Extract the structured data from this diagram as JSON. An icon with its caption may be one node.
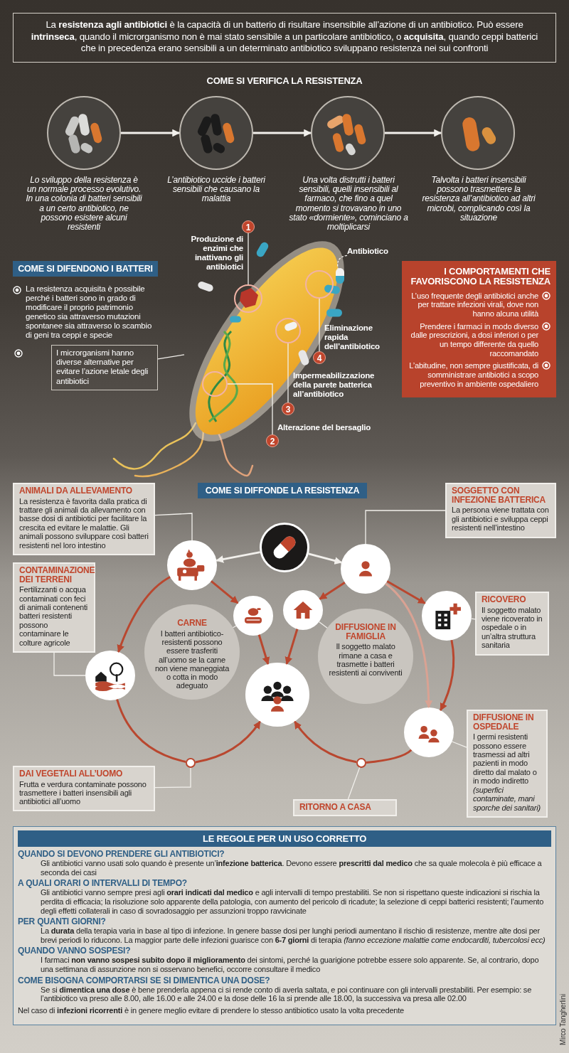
{
  "diagram": {
    "nodes": [
      {
        "text": [
          "La **resistenza agli antibiotici** è la capacità di un batterio di risultare insensibile all’azione di un antibiotico. Può essere **intrinseca**, quando il microrganismo non è mai stato sensibile a un particolare antibiotico, o **acquisita**, quando ceppi batterici che in precedenza erano sensibili a un determinato antibiotico sviluppano resistenza nei sui confronti"
        ]
      },
      {
        "text": [],
        "shape": "picture",
        "beside": [
          "Lo sviluppo della resistenza è un normale processo evolutivo. In una colonia di batteri sensibili a un certo antibiotico, ne possono esistere alcuni resistenti"
        ]
      },
      {
        "text": [],
        "shape": "picture",
        "beside": [
          "L’antibiotico uccide i batteri sensibili che causano la malattia"
        ]
      },
      {
        "text": [],
        "shape": "picture",
        "beside": [
          "Una volta distrutti i batteri sensibili, quelli insensibili al farmaco, che fino a quel momento si trovavano in uno stato «dormiente», cominciano a moltiplicarsi"
        ]
      },
      {
        "text": [],
        "shape": "picture",
        "beside": [
          "Talvolta i batteri insensibili possono trasmettere la resistenza all’antibiotico ad altri microbi, complicando così la situazione"
        ]
      },
      {
        "text": [],
        "shape": "picture"
      },
      {
        "text": [],
        "shape": "circle",
        "in": 5
      },
      {
        "text": [],
        "shape": "circle",
        "in": 5
      },
      {
        "text": [],
        "shape": "circle",
        "in": 5
      },
      {
        "text": [],
        "shape": "circle",
        "in": 5
      },
      {
        "text": [
          "1"
        ],
        "beside": [
          "Produzione di enzimi che inattivano gli antibiotici"
        ]
      },
      {
        "text": [
          "2"
        ],
        "beside": [
          "Alterazione del bersaglio"
        ]
      },
      {
        "text": [
          "3"
        ],
        "beside": [
          "Impermeabilizzazione della parete batterica all’antibiotico"
        ]
      },
      {
        "text": [
          "4"
        ],
        "beside": [
          "Eliminazione rapida dell’antibiotico"
        ]
      },
      {
        "text": [
          "Antibiotico"
        ]
      },
      {
        "text": [
          "I microrganismi hanno diverse alternative per evitare l’azione letale degli antibiotici"
        ]
      },
      {
        "text": [
          "I COMPORTAMENTI CHE FAVORISCONO LA RESISTENZA",
          "L’uso frequente degli antibiotici anche per trattare infezioni virali, dove non hanno alcuna utilità",
          "Prendere i farmaci in modo diverso dalle prescrizioni, a dosi inferiori o per un tempo differente da quello raccomandato",
          "L’abitudine, non sempre giustificata, di somministrare antibiotici a scopo preventivo in ambiente ospedaliero"
        ]
      },
      {
        "text": [
          "ANIMALI DA ALLEVAMENTO",
          "La resistenza è favorita dalla pratica di trattare gli animali da allevamento con basse dosi di antibiotici per facilitare la crescita ed evitare le malattie. Gli animali possono sviluppare così batteri resistenti nel loro intestino"
        ]
      },
      {
        "text": [
          "SOGGETTO CON INFEZIONE BATTERICA",
          "La persona viene trattata con gli antibiotici e sviluppa ceppi resistenti nell’intestino"
        ]
      },
      {
        "text": [],
        "shape": "picture"
      },
      {
        "text": [],
        "shape": "picture"
      },
      {
        "text": [],
        "shape": "picture"
      },
      {
        "text": [
          "CONTAMINAZIONE DEI TERRENI",
          "Fertilizzanti o acqua contaminati con feci di animali contenenti batteri resistenti possono contaminare le colture agricole"
        ]
      },
      {
        "text": [],
        "shape": "picture"
      },
      {
        "text": [],
        "shape": "picture"
      },
      {
        "text": [],
        "shape": "picture"
      },
      {
        "text": [
          "RICOVERO",
          "Il soggetto malato viene ricoverato in ospedale o in un’altra struttura sanitaria"
        ]
      },
      {
        "text": [],
        "shape": "picture"
      },
      {
        "text": [
          "CARNE",
          "I batteri antibiotico-resistenti possono essere trasferiti all’uomo se la carne non viene maneggiata o cotta in modo adeguato"
        ]
      },
      {
        "text": [
          "DIFFUSIONE IN FAMIGLIA",
          "Il soggetto malato rimane a casa e trasmette i batteri resistenti ai conviventi"
        ]
      },
      {
        "text": [],
        "shape": "picture"
      },
      {
        "text": [],
        "shape": "picture"
      },
      {
        "text": [
          "DIFFUSIONE IN OSPEDALE",
          "I germi resistenti possono essere trasmessi ad altri pazienti in modo diretto dal malato o in modo indiretto *(superfici contaminate, mani sporche dei sanitari)*"
        ]
      },
      {
        "text": [],
        "shape": "circle"
      },
      {
        "text": [],
        "shape": "circle"
      },
      {
        "text": [
          "DAI VEGETALI ALL’UOMO",
          "Frutta e verdura contaminate possono trasmettere i batteri insensibili agli antibiotici all’uomo"
        ]
      },
      {
        "text": [
          "RITORNO A CASA"
        ]
      },
      {
        "text": [
          "LE REGOLE PER UN USO CORRETTO",
          "QUANDO SI DEVONO PRENDERE GLI ANTIBIOTICI?",
          "Gli antibiotici vanno usati solo quando è presente un’**infezione batterica**. Devono essere **prescritti dal medico** che sa quale molecola è più efficace a seconda dei casi",
          "A QUALI ORARI O INTERVALLI DI TEMPO?",
          "Gli antibiotici vanno sempre presi agli **orari indicati dal medico** e agli intervalli di tempo prestabiliti. Se non si rispettano queste indicazioni si rischia la perdita di efficacia; la risoluzione solo apparente della patologia, con aumento del pericolo di ricadute; la selezione di ceppi batterici resistenti; l’aumento degli effetti collaterali in caso di sovradosaggio per assunzioni troppo ravvicinate",
          "PER QUANTI GIORNI?",
          "La **durata** della terapia varia in base al tipo di infezione. In genere basse dosi per lunghi periodi aumentano il rischio di resistenze, mentre alte dosi per brevi periodi lo riducono. La maggior parte delle infezioni guarisce con **6-7 giorni** di terapia *(fanno eccezione malattie come endocarditi, tubercolosi ecc)*",
          "QUANDO VANNO SOSPESI?",
          "I farmaci **non vanno sospesi subito dopo il miglioramento** dei sintomi, perché la guarigione potrebbe essere solo apparente. Se, al contrario, dopo una settimana di assunzione non si osservano benefici, occorre consultare il medico",
          "COME BISOGNA COMPORTARSI SE SI DIMENTICA UNA DOSE?",
          "Se si **dimentica una dose** è bene prenderla appena ci si rende conto di averla saltata, e poi continuare con gli intervalli prestabiliti. Per esempio: se l’antibiotico va preso alle 8.00, alle 16.00 e alle 24.00 e la dose delle 16 la si prende alle 18.00, la successiva va presa alle 02.00",
          "Nel caso di **infezioni ricorrenti** è in genere meglio evitare di prendere lo stesso antibiotico usato la volta precedente"
        ]
      },
      {
        "text": [],
        "shape": "capsule",
        "in": 5
      }
    ],
    "edges": [
      {
        "from": 1,
        "to": 2,
        "arrow": "to"
      },
      {
        "from": 2,
        "to": 3,
        "arrow": "to"
      },
      {
        "from": 3,
        "to": 4,
        "arrow": "to"
      },
      {
        "from": 10,
        "to": 6,
        "arrow": "none"
      },
      {
        "from": 11,
        "to": 7,
        "arrow": "none"
      },
      {
        "from": 12,
        "to": 8,
        "arrow": "none"
      },
      {
        "from": 13,
        "to": 9,
        "arrow": "none"
      },
      {
        "from": 14,
        "to": 38,
        "arrow": "none",
        "style": "dashed"
      },
      {
        "from": 15,
        "to": 5,
        "arrow": "none"
      },
      {
        "from": 19,
        "to": 20,
        "arrow": "to"
      },
      {
        "from": 19,
        "to": 21,
        "arrow": "to"
      },
      {
        "from": 17,
        "to": 20,
        "arrow": "none"
      },
      {
        "from": 18,
        "to": 21,
        "arrow": "none"
      },
      {
        "from": 22,
        "to": 27,
        "arrow": "none"
      },
      {
        "from": 20,
        "to": 23,
        "arrow": "to",
        "color": "#b9472f"
      },
      {
        "from": 20,
        "to": 27,
        "arrow": "to",
        "color": "#b9472f"
      },
      {
        "from": 21,
        "to": 24,
        "arrow": "to",
        "color": "#b9472f"
      },
      {
        "from": 21,
        "to": 25,
        "arrow": "to",
        "color": "#b9472f"
      },
      {
        "from": 26,
        "to": 25,
        "arrow": "none"
      },
      {
        "from": 25,
        "to": 31,
        "arrow": "to",
        "color": "#b9472f"
      },
      {
        "from": 28,
        "to": 23,
        "arrow": "none"
      },
      {
        "from": 29,
        "to": 24,
        "arrow": "none"
      },
      {
        "from": 23,
        "to": 30,
        "arrow": "to",
        "color": "#b9472f"
      },
      {
        "from": 24,
        "to": 30,
        "arrow": "to",
        "color": "#b9472f"
      },
      {
        "from": 27,
        "to": 33,
        "arrow": "none",
        "color": "#b9472f"
      },
      {
        "from": 33,
        "to": 30,
        "arrow": "to",
        "color": "#b9472f"
      },
      {
        "from": 31,
        "to": 34,
        "arrow": "none",
        "color": "#b9472f"
      },
      {
        "from": 34,
        "to": 30,
        "arrow": "to",
        "color": "#b9472f"
      },
      {
        "from": 21,
        "to": 31,
        "arrow": "to",
        "color": "#d9a293"
      },
      {
        "from": 32,
        "to": 31,
        "arrow": "none"
      },
      {
        "from": 35,
        "to": 33,
        "arrow": "none"
      },
      {
        "from": 36,
        "to": 34,
        "arrow": "none"
      }
    ],
    "labels": [
      "COME SI VERIFICA LA RESISTENZA",
      "COME SI DIFENDONO I BATTERI",
      "La resistenza acquisita è possibile perché i batteri sono in grado di modificare il proprio patrimonio genetico sia attraverso mutazioni spontanee sia attraverso lo scambio di geni tra ceppi e specie",
      "COME SI DIFFONDE LA RESISTENZA",
      "Mirco Tangherlini"
    ]
  }
}
